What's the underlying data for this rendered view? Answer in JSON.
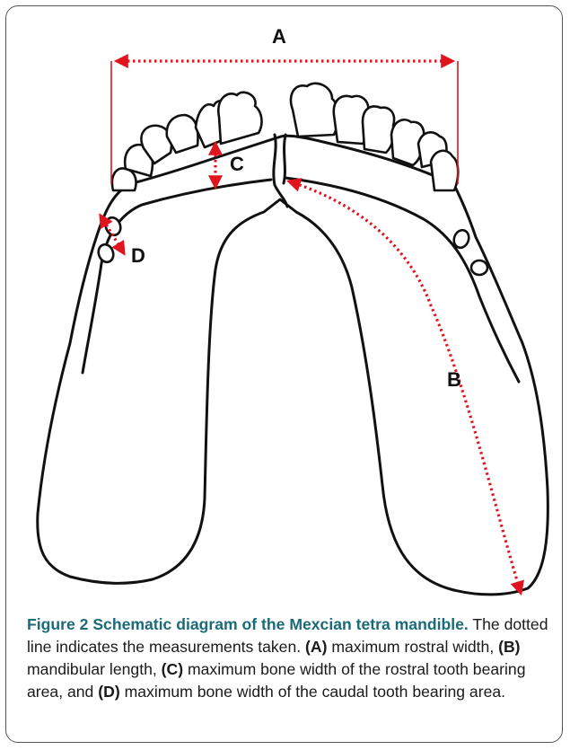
{
  "figure": {
    "labels": {
      "a": "A",
      "b": "B",
      "c": "C",
      "d": "D"
    },
    "colors": {
      "measure": "#e0141e",
      "outline": "#111111",
      "title": "#1a6a78"
    }
  },
  "caption": {
    "title": "Figure 2 Schematic diagram of the Mexcian tetra mandible.",
    "intro": "The dotted line indicates the measurements taken.",
    "items": [
      {
        "key": "(A)",
        "text": "maximum rostral width,"
      },
      {
        "key": "(B)",
        "text": "mandibular length,"
      },
      {
        "key": "(C)",
        "text": "maximum bone width of the rostral tooth bearing area, and"
      },
      {
        "key": "(D)",
        "text": "maximum bone width of the caudal tooth bearing area."
      }
    ]
  }
}
